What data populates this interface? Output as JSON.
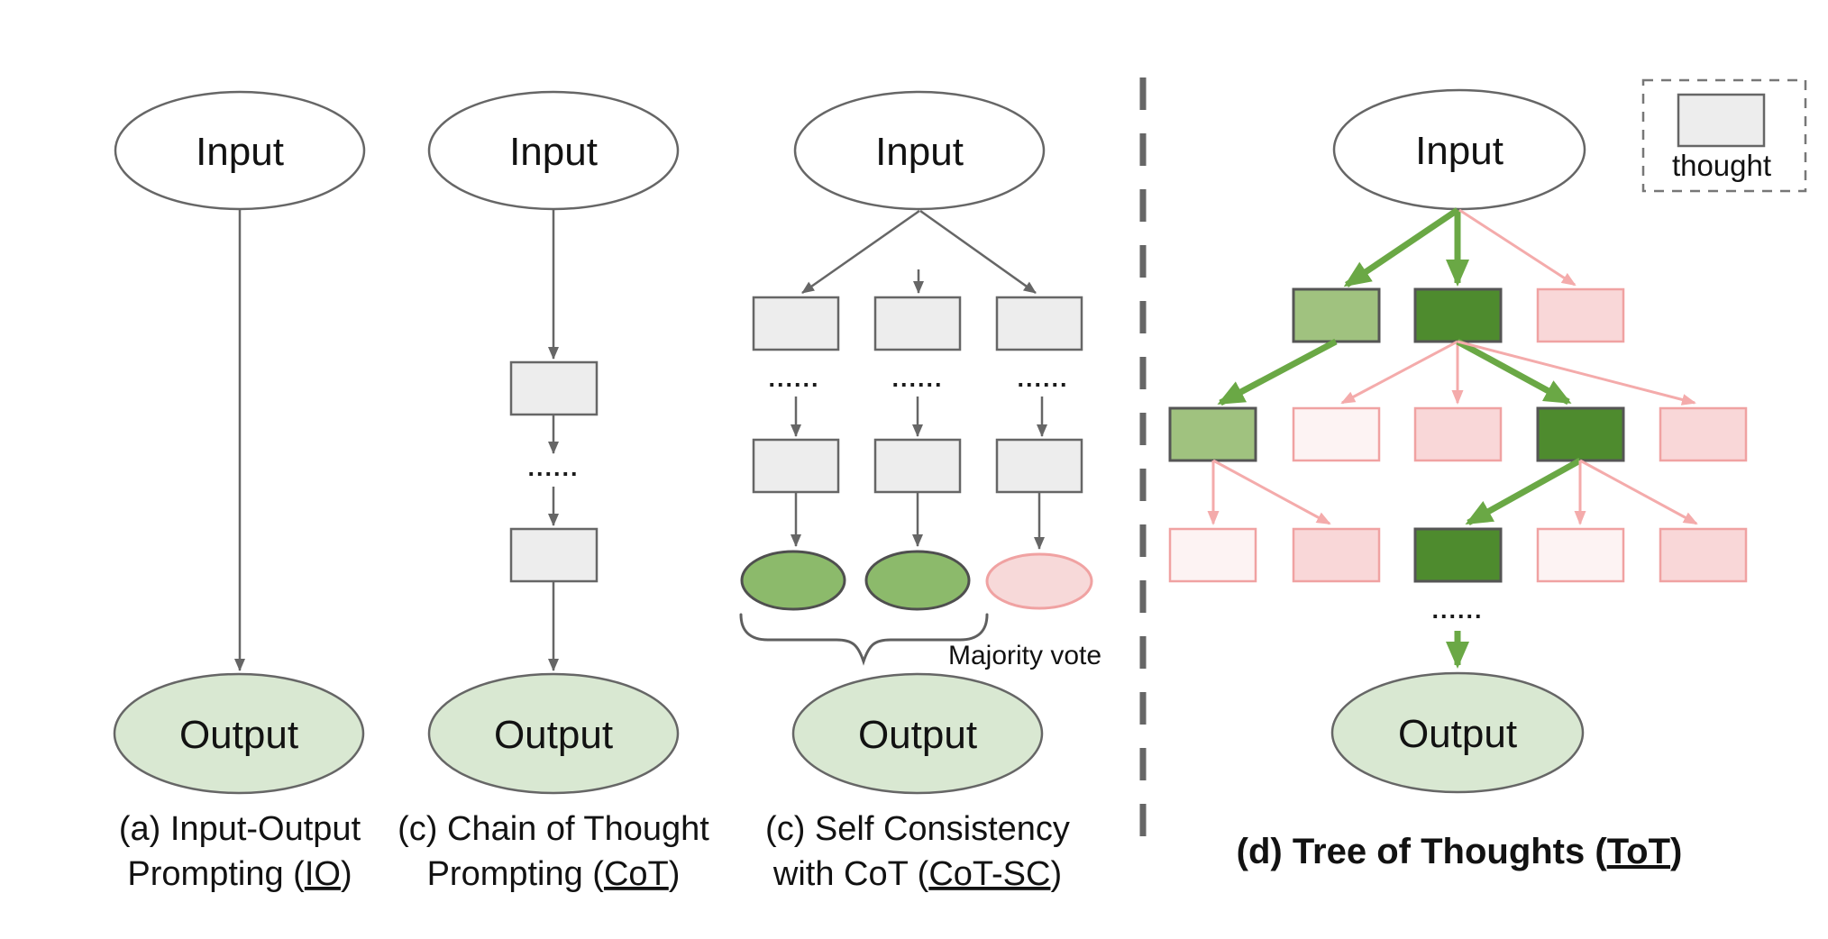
{
  "colors": {
    "node_stroke": "#666666",
    "grey_fill": "#ededed",
    "output_fill": "#d9e8d2",
    "vote_green_fill": "#8cba6b",
    "vote_pink_fill": "#f7d9d9",
    "pink_stroke": "#f0a2a2",
    "dark_green": "#4e8b2e",
    "light_green": "#a0c27f",
    "pink_fill": "#f9d7d8",
    "very_light_pink": "#fdf3f3",
    "green_arrow": "#6aa845",
    "pink_arrow": "#f4abab",
    "grey_arrow": "#666666"
  },
  "labels": {
    "dots": "......"
  },
  "panels": {
    "io": {
      "input": "Input",
      "output": "Output",
      "caption_line1": "(a) Input-Output",
      "caption2_pre": "Prompting (",
      "caption2_abbr": "IO",
      "caption2_post": ")"
    },
    "cot": {
      "input": "Input",
      "output": "Output",
      "caption_line1": "(c) Chain of Thought",
      "caption2_pre": "Prompting (",
      "caption2_abbr": "CoT",
      "caption2_post": ")"
    },
    "sc": {
      "input": "Input",
      "output": "Output",
      "majority_vote": "Majority vote",
      "caption_line1": "(c) Self Consistency",
      "caption2_pre": "with CoT (",
      "caption2_abbr": "CoT-SC",
      "caption2_post": ")"
    },
    "tot": {
      "input": "Input",
      "output": "Output",
      "legend_label": "thought",
      "caption_pre": "(d) Tree of Thoughts (",
      "caption_abbr": "ToT",
      "caption_post": ")"
    }
  }
}
